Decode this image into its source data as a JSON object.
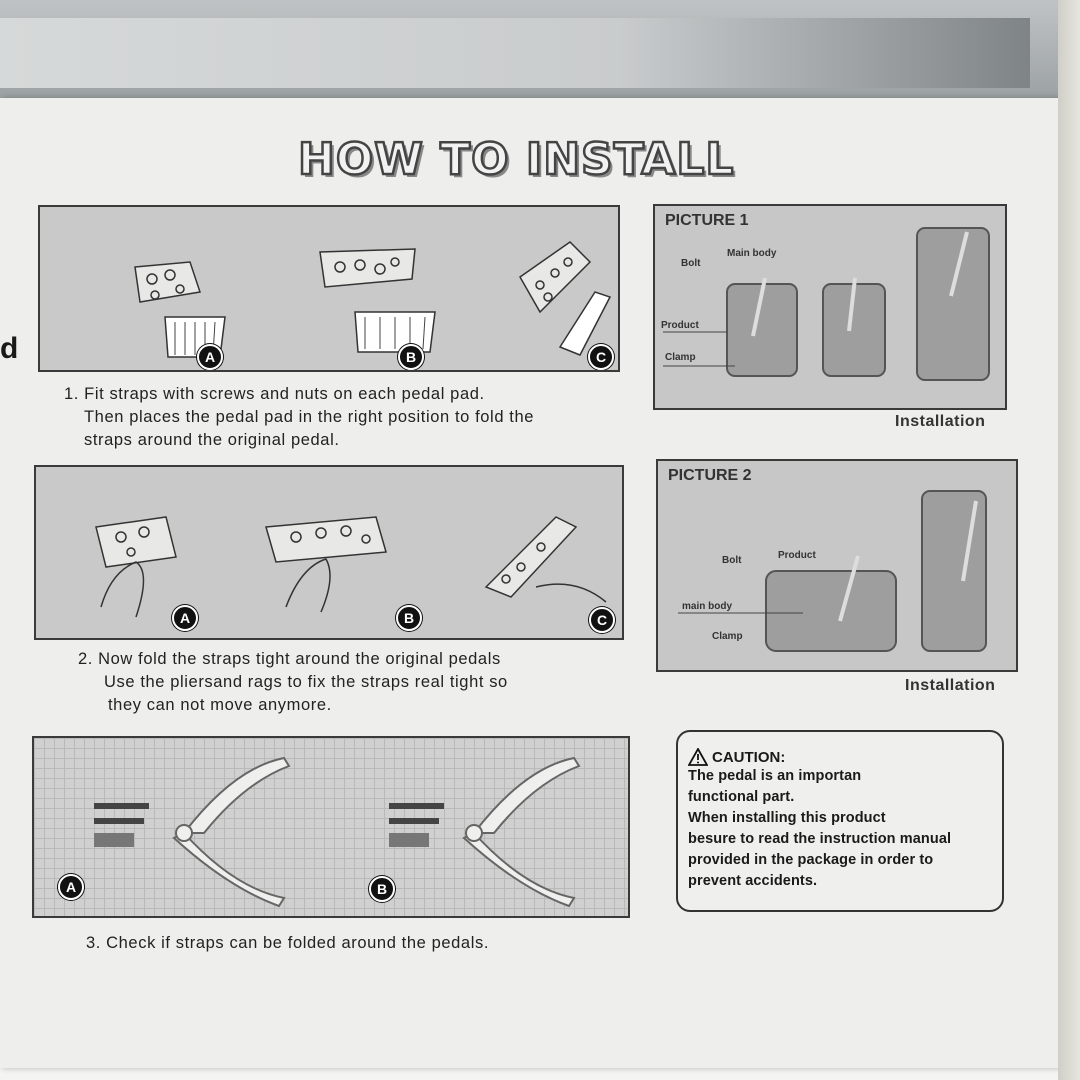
{
  "title": "HOW TO INSTALL",
  "margin_letter": "d",
  "steps": [
    {
      "lines": [
        "1. Fit straps with screws and nuts on each pedal pad.",
        "Then places the pedal pad in the right position to fold the",
        "straps around the original pedal."
      ],
      "badges": [
        "A",
        "B",
        "C"
      ]
    },
    {
      "lines": [
        "2. Now fold the straps tight around the original pedals",
        "Use the pliersand rags to fix the straps real tight so",
        "they can not move anymore."
      ],
      "badges": [
        "A",
        "B",
        "C"
      ]
    },
    {
      "lines": [
        "3. Check if straps can be folded around the pedals."
      ],
      "badges": [
        "A",
        "B"
      ]
    }
  ],
  "picture1": {
    "title": "PICTURE 1",
    "labels": {
      "bolt": "Bolt",
      "main_body": "Main body",
      "product": "Product",
      "clamp": "Clamp"
    },
    "caption": "Installation"
  },
  "picture2": {
    "title": "PICTURE 2",
    "labels": {
      "bolt": "Bolt",
      "product": "Product",
      "main_body": "main body",
      "clamp": "Clamp"
    },
    "caption": "Installation"
  },
  "caution": {
    "heading": "CAUTION:",
    "lines": [
      "The pedal is an importan",
      "functional part.",
      "When installing this product",
      "besure to read the instruction manual",
      "provided in the package in order to",
      "prevent accidents."
    ]
  },
  "colors": {
    "panel": "#c8c9c8",
    "ink": "#1a1a1a",
    "border": "#3a3a3a"
  }
}
